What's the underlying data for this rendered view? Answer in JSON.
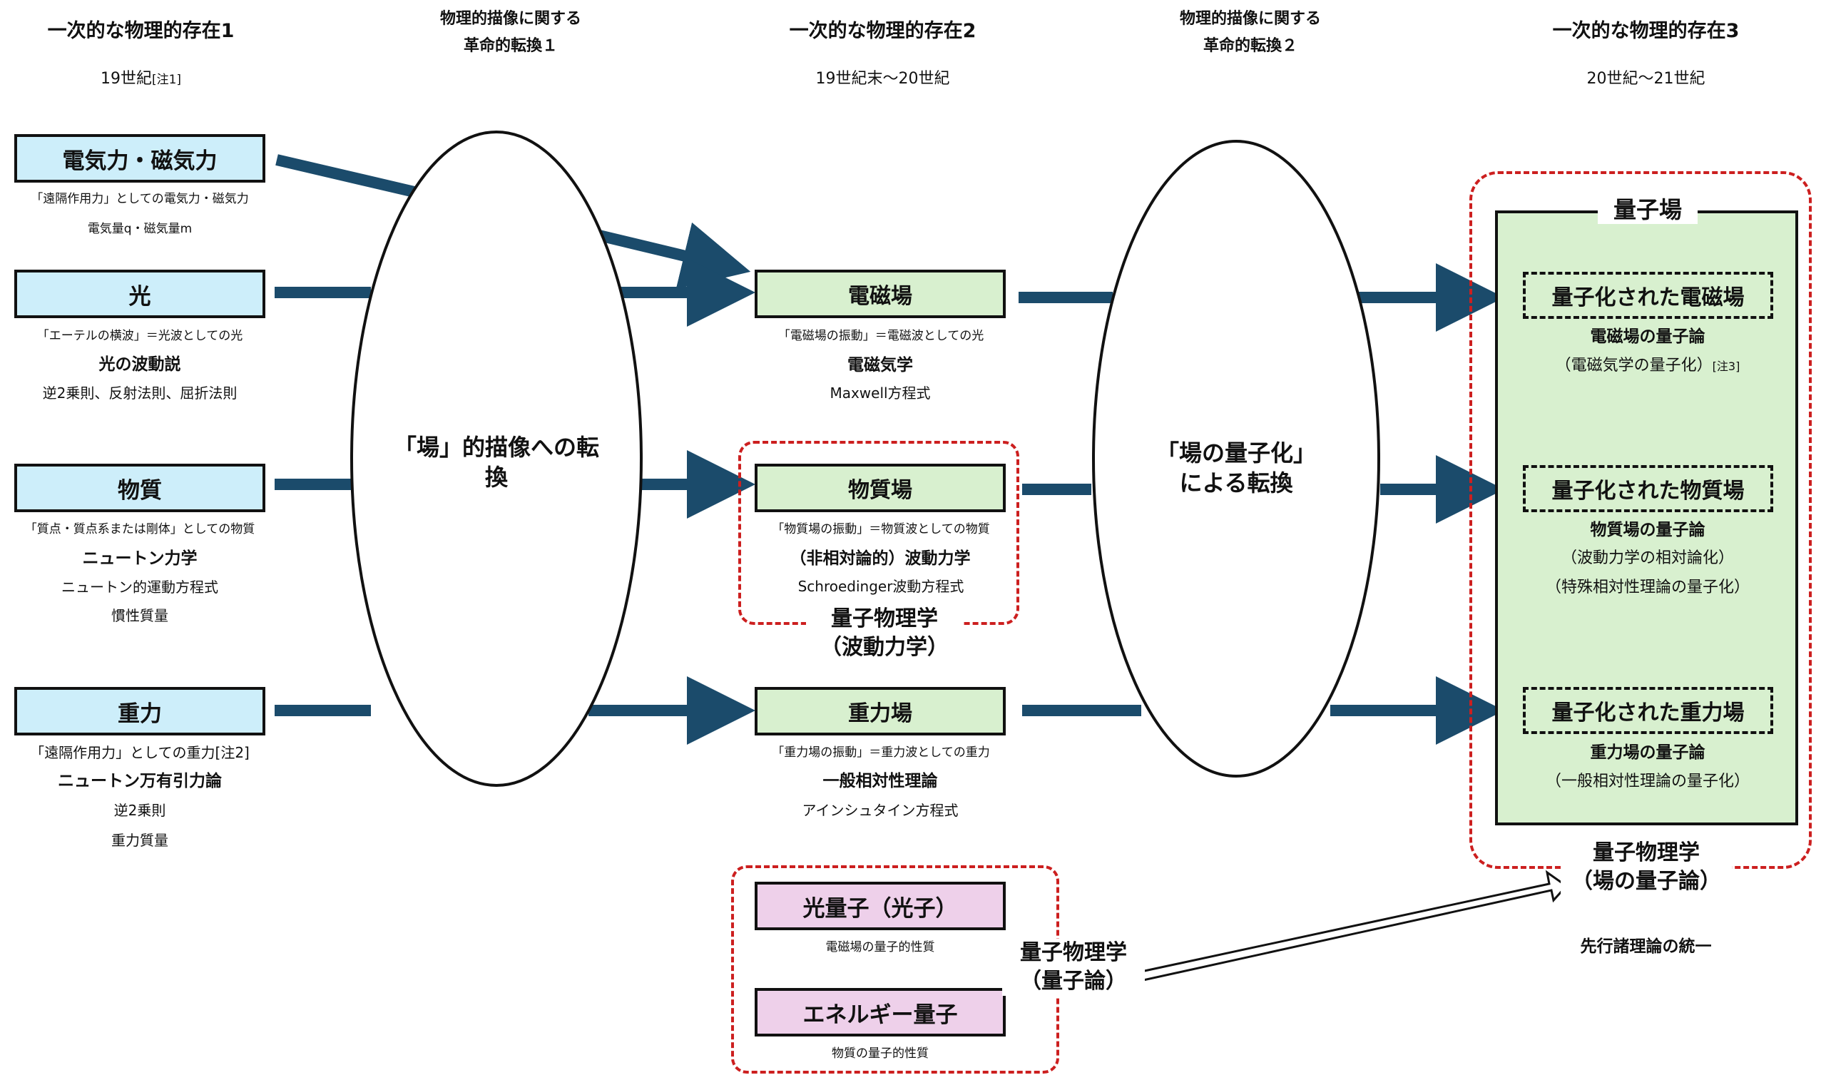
{
  "columns": {
    "col1": {
      "title": "一次的な物理的存在1",
      "era": "19世紀",
      "era_note": "[注1]"
    },
    "rev1": {
      "line1": "物理的描像に関する",
      "line2": "革命的転換１"
    },
    "col2": {
      "title": "一次的な物理的存在2",
      "era": "19世紀末〜20世紀"
    },
    "rev2": {
      "line1": "物理的描像に関する",
      "line2": "革命的転換２"
    },
    "col3": {
      "title": "一次的な物理的存在3",
      "era": "20世紀〜21世紀"
    }
  },
  "left": {
    "em": {
      "title": "電気力・磁気力",
      "l1": "「遠隔作用力」としての電気力・磁気力",
      "l2": "電気量q・磁気量m"
    },
    "light": {
      "title": "光",
      "l1": "「エーテルの横波」＝光波としての光",
      "l2": "光の波動説",
      "l3": "逆2乗則、反射法則、屈折法則"
    },
    "matter": {
      "title": "物質",
      "l1": "「質点・質点系または剛体」としての物質",
      "l2": "ニュートン力学",
      "l3": "ニュートン的運動方程式",
      "l4": "慣性質量"
    },
    "gravity": {
      "title": "重力",
      "l1": "「遠隔作用力」としての重力[注2]",
      "l2": "ニュートン万有引力論",
      "l3": "逆2乗則",
      "l4": "重力質量"
    }
  },
  "ellipse1": {
    "line1": "「場」的描像への転",
    "line2": "換"
  },
  "middle": {
    "emfield": {
      "title": "電磁場",
      "l1": "「電磁場の振動」＝電磁波としての光",
      "l2": "電磁気学",
      "l3": "Maxwell方程式"
    },
    "matterfield": {
      "title": "物質場",
      "l1": "「物質場の振動」＝物質波としての物質",
      "l2": "（非相対論的）波動力学",
      "l3": "Schroedinger波動方程式"
    },
    "wave_mech": {
      "line1": "量子物理学",
      "line2": "（波動力学）"
    },
    "gravfield": {
      "title": "重力場",
      "l1": "「重力場の振動」＝重力波としての重力",
      "l2": "一般相対性理論",
      "l3": "アインシュタイン方程式"
    },
    "photon": {
      "title": "光量子（光子）",
      "l1": "電磁場の量子的性質"
    },
    "energy": {
      "title": "エネルギー量子",
      "l1": "物質の量子的性質"
    },
    "quantum_theory": {
      "line1": "量子物理学",
      "line2": "（量子論）"
    }
  },
  "ellipse2": {
    "line1": "「場の量子化」",
    "line2": "による転換"
  },
  "right": {
    "qf_title": "量子場",
    "qem": {
      "title": "量子化された電磁場",
      "l1": "電磁場の量子論",
      "l2": "（電磁気学の量子化）",
      "l2_note": "[注3]"
    },
    "qmatter": {
      "title": "量子化された物質場",
      "l1": "物質場の量子論",
      "l2": "（波動力学の相対論化）",
      "l3": "（特殊相対性理論の量子化）"
    },
    "qgrav": {
      "title": "量子化された重力場",
      "l1": "重力場の量子論",
      "l2": "（一般相対性理論の量子化）"
    },
    "qft": {
      "line1": "量子物理学",
      "line2": "（場の量子論）"
    },
    "unify": "先行諸理論の統一"
  },
  "colors": {
    "blue_box": "#cdeefa",
    "green_box": "#d8f0cf",
    "pink_box": "#eed0ea",
    "arrow": "#1b4b6b",
    "red_dash": "#cc1f1f"
  }
}
